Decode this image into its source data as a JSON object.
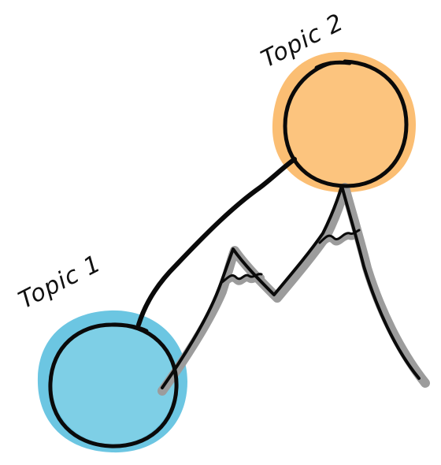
{
  "diagram": {
    "nodes": [
      {
        "id": "topic-1",
        "label": "Topic 1",
        "color": "#7ECFE6",
        "halo_color": "#6CC6E2"
      },
      {
        "id": "topic-2",
        "label": "Topic 2",
        "color": "#FCC47E",
        "halo_color": "#FBBE73"
      }
    ],
    "edges": [
      {
        "from": "topic-1",
        "to": "topic-2",
        "style": "direct-line"
      },
      {
        "from": "topic-1",
        "to": "topic-2",
        "style": "mountain-path"
      }
    ],
    "stroke_color": "#0A0A0A",
    "shadow_color": "#9C9C9C"
  }
}
